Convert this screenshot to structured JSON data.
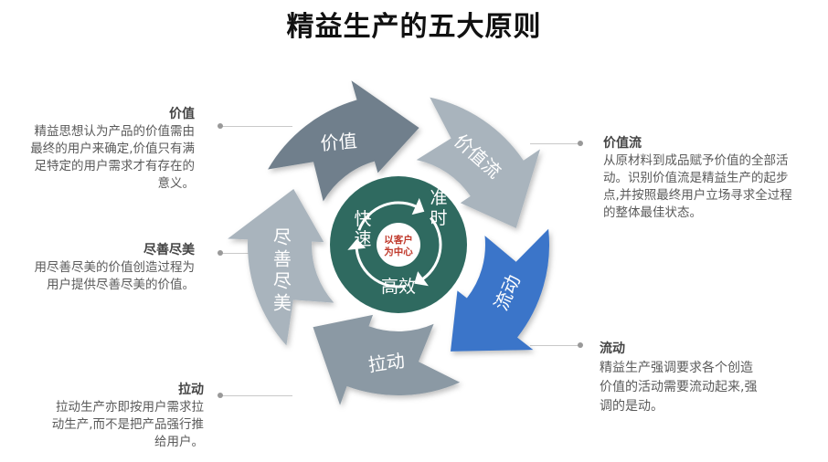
{
  "title": "精益生产的五大原则",
  "center": {
    "line1": "以客户",
    "line2": "为中心"
  },
  "inner": {
    "fast": "快速",
    "ontime": "准时",
    "efficient": "高效"
  },
  "segments": {
    "value": "价值",
    "value_stream": "价值流",
    "flow": "流动",
    "pull": "拉动",
    "perfection": "尽善尽美"
  },
  "blocks": {
    "value": {
      "heading": "价值",
      "lines": [
        "精益思想认为产品的价值需由",
        "最终的用户来确定,价值只有满",
        "足特定的用户需求才有存在的",
        "意义。"
      ]
    },
    "perfection": {
      "heading": "尽善尽美",
      "lines": [
        "用尽善尽美的价值创造过程为",
        "用户提供尽善尽美的价值。"
      ]
    },
    "pull": {
      "heading": "拉动",
      "lines": [
        "拉动生产亦即按用户需求拉",
        "动生产,而不是把产品强行推",
        "给用户。"
      ]
    },
    "value_stream": {
      "heading": "价值流",
      "lines": [
        "从原材料到成品赋予价值的全部活",
        "动。识别价值流是精益生产的起步",
        "点,并按照最终用户立场寻求全过程",
        "的整体最佳状态。"
      ]
    },
    "flow": {
      "heading": "流动",
      "lines": [
        "精益生产强调要求各个创造",
        "价值的活动需要流动起来,强",
        "调的是动。"
      ]
    }
  },
  "colors": {
    "gray_dark": "#6f7f8c",
    "gray_mid": "#8b99a4",
    "gray_light": "#a9b4bd",
    "blue": "#3a74c9",
    "inner_green": "#2f6a60"
  }
}
